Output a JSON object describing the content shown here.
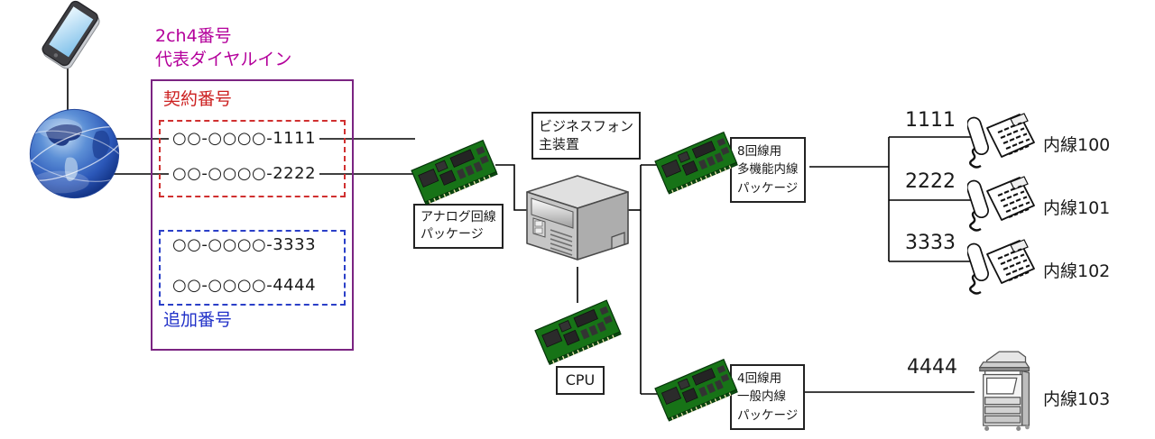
{
  "diagram": {
    "title": {
      "line1": "2ch4番号",
      "line2": "代表ダイヤルイン",
      "color": "#B4009B"
    },
    "trunk": {
      "contract_label": "契約番号",
      "contract_label_color": "#CC2020",
      "contract_numbers": [
        "○○-○○○○-1111",
        "○○-○○○○-2222"
      ],
      "additional_numbers": [
        "○○-○○○○-3333",
        "○○-○○○○-4444"
      ],
      "additional_label": "追加番号",
      "additional_label_color": "#2030C8",
      "outer_border_color": "#7B2482",
      "contract_dash_color": "#D03030",
      "additional_dash_color": "#2A3FC8"
    },
    "labels": {
      "analog_package": {
        "line1": "アナログ回線",
        "line2": "パッケージ"
      },
      "main_unit": {
        "line1": "ビジネスフォン",
        "line2": "主装置"
      },
      "cpu": "CPU",
      "pkg8": {
        "line1": "8回線用",
        "line2": "多機能内線",
        "line3": "パッケージ"
      },
      "pkg4": {
        "line1": "4回線用",
        "line2": "一般内線",
        "line3": "パッケージ"
      }
    },
    "extensions": [
      {
        "number": "1111",
        "label": "内線100",
        "device": "multifunction-phone"
      },
      {
        "number": "2222",
        "label": "内線101",
        "device": "multifunction-phone"
      },
      {
        "number": "3333",
        "label": "内線102",
        "device": "multifunction-phone"
      },
      {
        "number": "4444",
        "label": "内線103",
        "device": "copier"
      }
    ],
    "icons": {
      "smartphone": "smartphone-icon",
      "globe": "internet-globe-icon",
      "circuit_board": "circuit-board-icon",
      "main_unit": "main-cabinet-icon",
      "phone": "business-phone-icon",
      "copier": "copier-icon"
    },
    "line_color": "#000000"
  }
}
